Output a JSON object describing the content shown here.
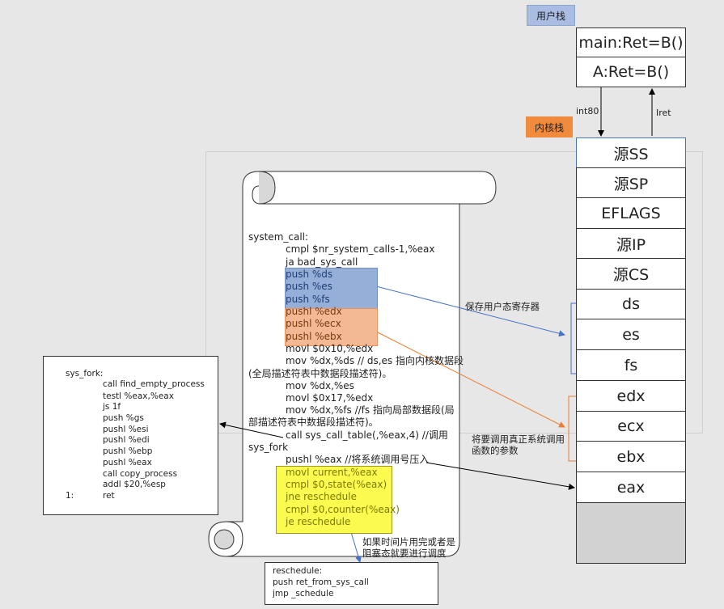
{
  "labels": {
    "user_stack": "用户栈",
    "kernel_stack": "内核栈",
    "int80": "int80",
    "iret": "Iret",
    "save_regs": "保存用户态寄存器",
    "push_params": "将要调用真正系统调用函数的参数",
    "reschedule_note": "如果时间片用完或者是阻塞态就要进行调度"
  },
  "user_stack_cells": [
    "main:Ret=B()",
    "A:Ret=B()"
  ],
  "kernel_stack_cells": [
    "源SS",
    "源SP",
    "EFLAGS",
    "源IP",
    "源CS",
    "ds",
    "es",
    "fs",
    "edx",
    "ecx",
    "ebx",
    "eax"
  ],
  "system_call_code": {
    "line1": "system_call:",
    "line2": "cmpl $nr_system_calls-1,%eax",
    "line3": "ja bad_sys_call",
    "blue": [
      "push %ds",
      "push %es",
      "push %fs"
    ],
    "orange": [
      "pushl %edx",
      "pushl %ecx",
      "pushl %ebx"
    ],
    "rest": [
      "movl $0x10,%edx",
      "mov %dx,%ds // ds,es 指向内核数据段",
      "(全局描述符表中数据段描述符)。",
      "mov %dx,%es",
      "movl $0x17,%edx",
      "mov %dx,%fs //fs 指向局部数据段(局",
      "部描述符表中数据段描述符)。",
      "call sys_call_table(,%eax,4) //调用",
      "sys_fork",
      "pushl %eax //将系统调用号压入"
    ],
    "yellow": [
      "movl current,%eax",
      "cmpl $0,state(%eax)",
      "jne reschedule",
      "cmpl $0,counter(%eax)",
      "je reschedule"
    ]
  },
  "sys_fork_code": {
    "title": "sys_fork:",
    "lines": [
      "call find_empty_process",
      "testl %eax,%eax",
      "js 1f",
      "push %gs",
      "pushl %esi",
      "pushl %edi",
      "pushl %ebp",
      "pushl %eax",
      "call copy_process",
      "addl $20,%esp"
    ],
    "last_label": "1:",
    "last_instr": "ret"
  },
  "reschedule_code": [
    "reschedule:",
    "push ret_from_sys_call",
    "jmp _schedule"
  ],
  "colors": {
    "blue": "#4472c4",
    "orange": "#ed7d31",
    "black": "#000000"
  }
}
